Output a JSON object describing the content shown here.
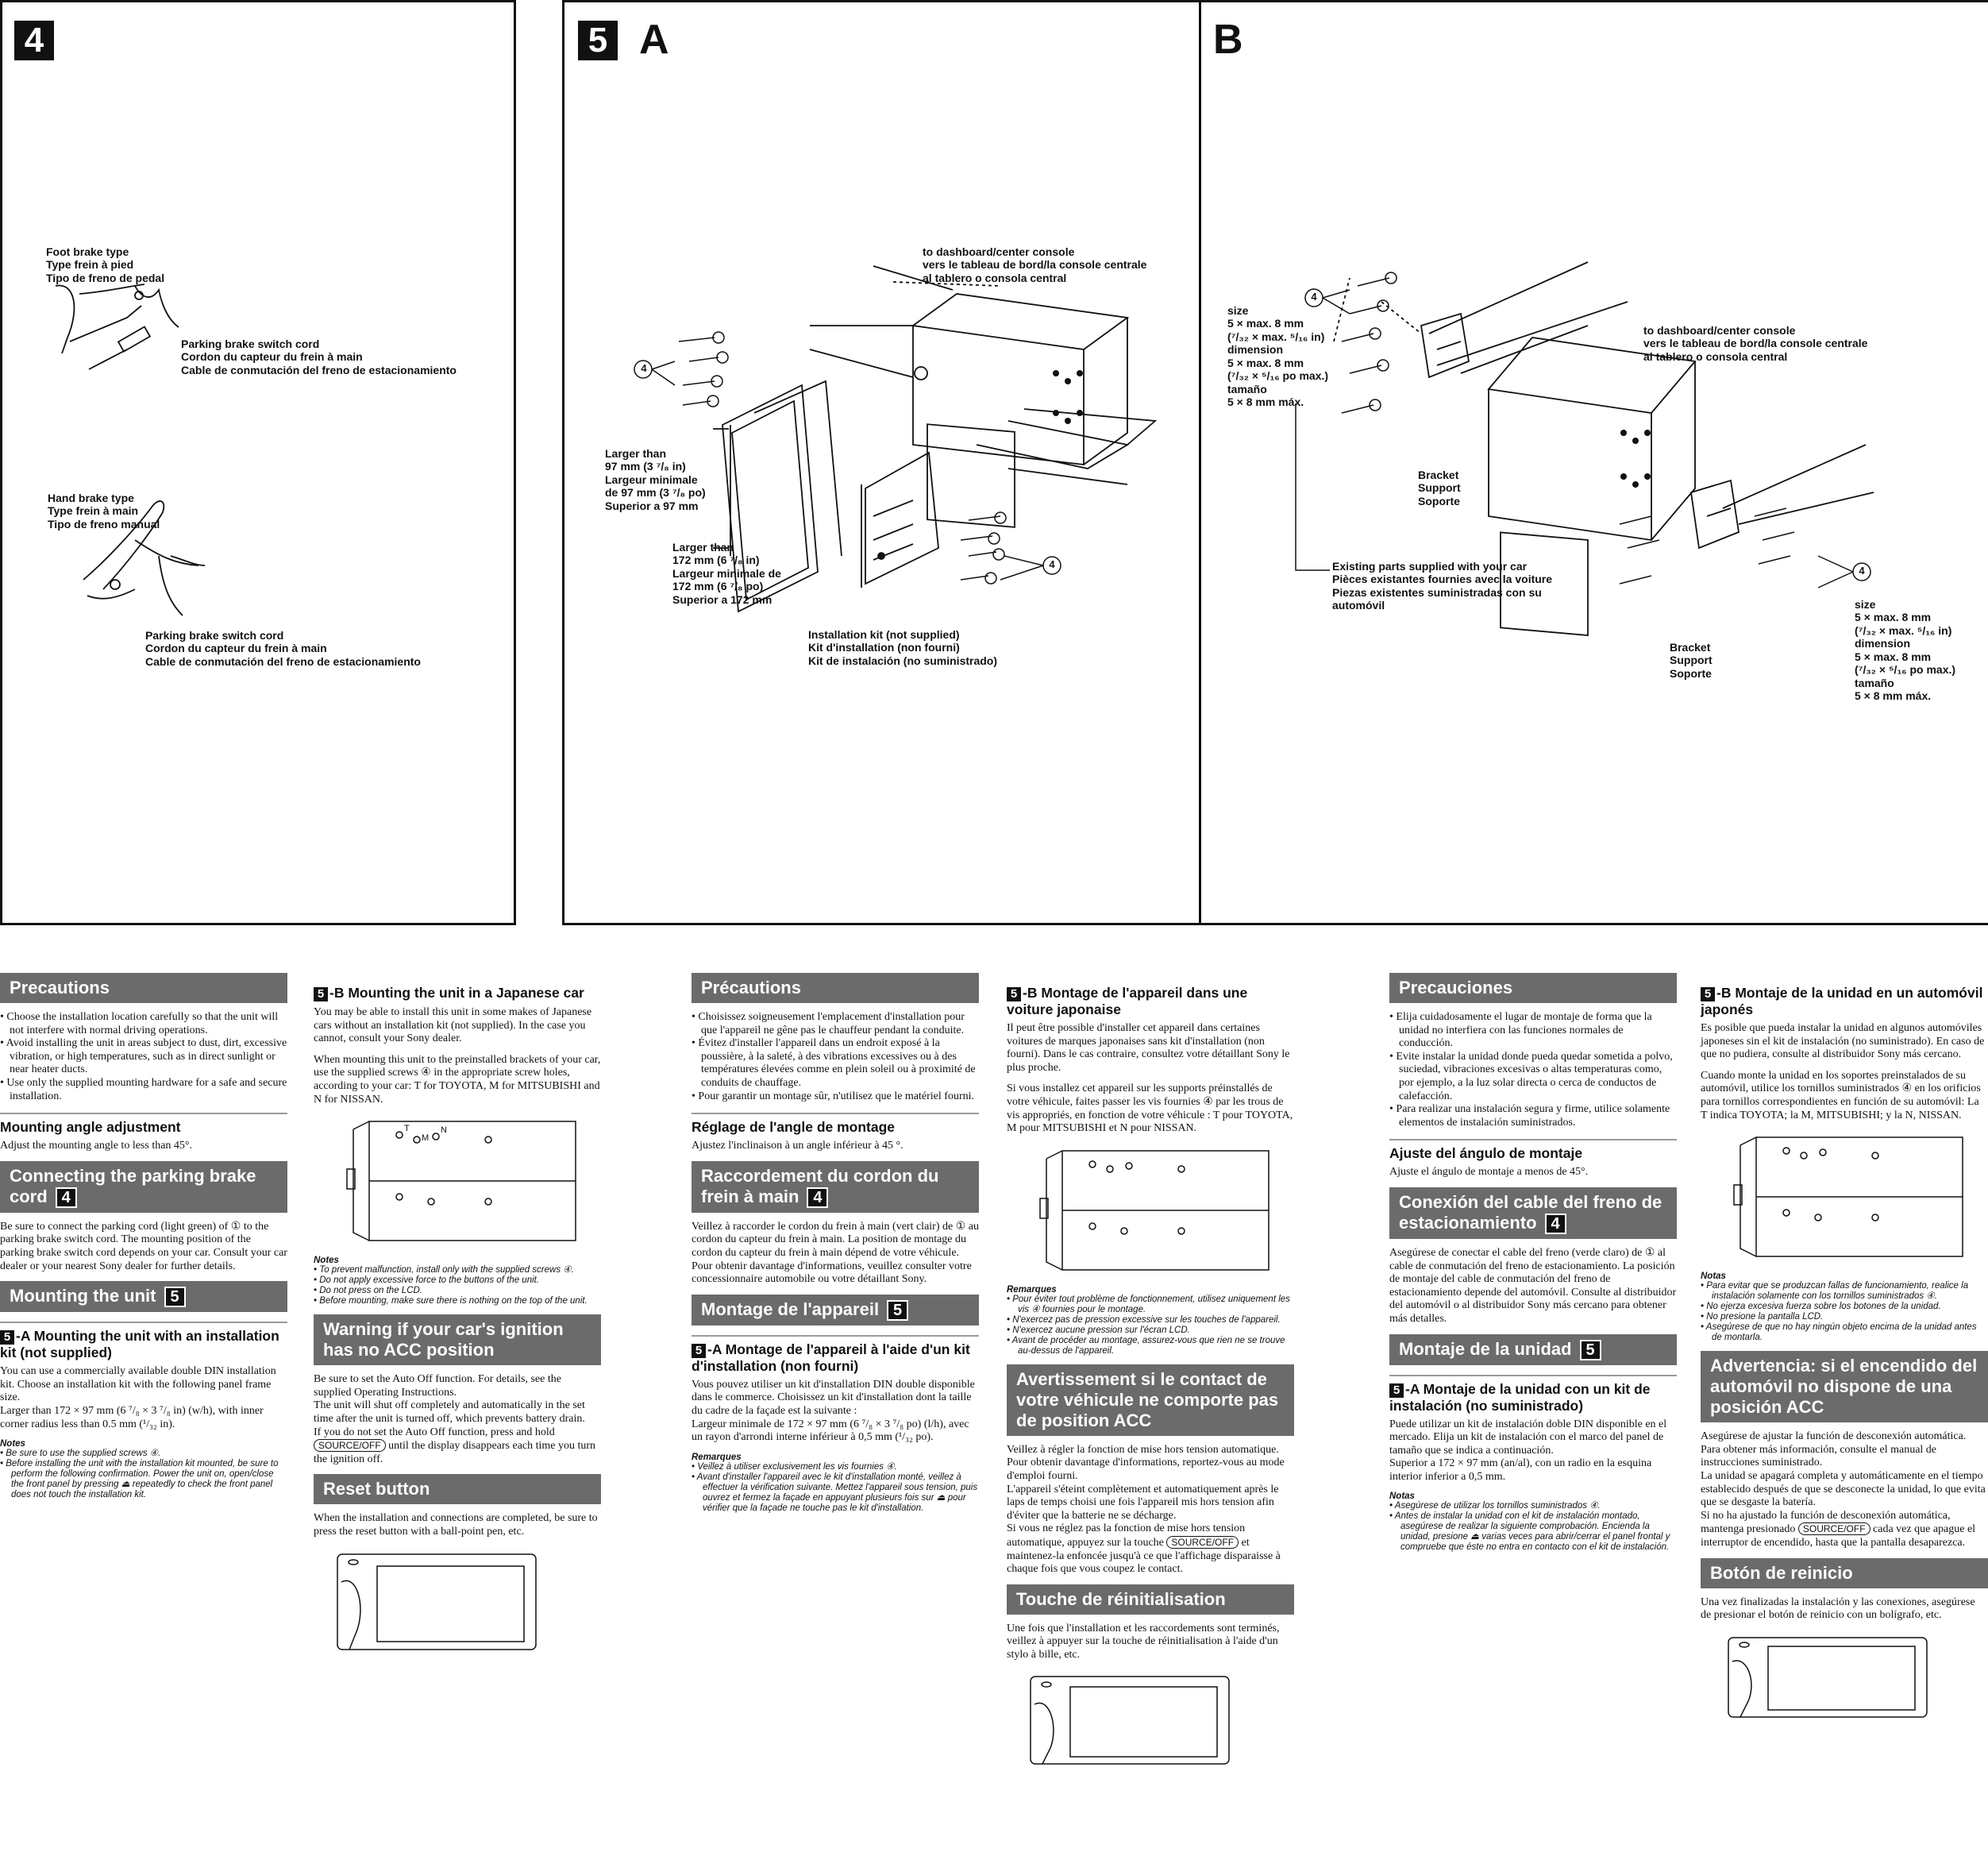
{
  "panel4": {
    "num": "4",
    "foot": {
      "title": [
        "Foot brake type",
        "Type frein à pied",
        "Tipo de freno de pedal"
      ],
      "cord": [
        "Parking brake switch cord",
        "Cordon du capteur du frein à main",
        "Cable de conmutación del freno de estacionamiento"
      ]
    },
    "hand": {
      "title": [
        "Hand brake type",
        "Type frein à main",
        "Tipo de freno manual"
      ],
      "cord": [
        "Parking brake switch cord",
        "Cordon du capteur du frein à main",
        "Cable de conmutación del freno de estacionamiento"
      ]
    }
  },
  "panel5": {
    "num": "5",
    "a": "A",
    "b": "B",
    "A": {
      "dash": [
        "to dashboard/center console",
        "vers le tableau de bord/la console centrale",
        "al tablero o consola central"
      ],
      "larger97": [
        "Larger than",
        "97 mm (3 ⁷/₈ in)",
        "Largeur minimale",
        "de 97 mm (3 ⁷/₈ po)",
        "Superior a 97 mm"
      ],
      "larger172": [
        "Larger than",
        "172 mm (6 ⁷/₈ in)",
        "Largeur minimale de",
        "172 mm (6 ⁷/₈ po)",
        "Superior a 172 mm"
      ],
      "kit": [
        "Installation kit (not supplied)",
        "Kit d'installation (non fourni)",
        "Kit de instalación (no suministrado)"
      ],
      "screw": "4"
    },
    "B": {
      "size": [
        "size",
        "5 × max. 8 mm",
        "(⁷/₃₂ × max. ⁵/₁₆ in)",
        "dimension",
        "5 × max. 8 mm",
        "(⁷/₃₂ × ⁵/₁₆ po max.)",
        "tamaño",
        "5 × 8 mm máx."
      ],
      "dash": [
        "to dashboard/center console",
        "vers le tableau de bord/la console centrale",
        "al tablero o consola central"
      ],
      "bracket": [
        "Bracket",
        "Support",
        "Soporte"
      ],
      "existing": [
        "Existing parts supplied with your car",
        "Pièces existantes fournies avec la voiture",
        "Piezas existentes suministradas con su",
        "automóvil"
      ],
      "screw": "4"
    }
  },
  "fig": {
    "T": "T",
    "M": "M",
    "N": "N"
  },
  "en": {
    "precautions": {
      "h": "Precautions",
      "items": [
        "Choose the installation location carefully so that the unit will not interfere with normal driving operations.",
        "Avoid installing the unit in areas subject to dust, dirt, excessive vibration, or high temperatures, such as in direct sunlight or near heater ducts.",
        "Use only the supplied mounting hardware for a safe and secure installation."
      ]
    },
    "angle": {
      "h": "Mounting angle adjustment",
      "t": "Adjust the mounting angle to less than 45°."
    },
    "parking": {
      "h": "Connecting the parking brake cord",
      "n": "4",
      "t": "Be sure to connect the parking cord (light green) of ① to the parking brake switch cord. The mounting position of the parking brake switch cord depends on your car. Consult your car dealer or your nearest Sony dealer for further details."
    },
    "mounting": {
      "h": "Mounting the unit",
      "n": "5"
    },
    "a": {
      "n": "5",
      "h": "-A  Mounting the unit with an installation kit (not supplied)",
      "t": "You can use a commercially available double DIN installation kit. Choose an installation kit with the following panel frame size.",
      "t2": "Larger than 172 × 97 mm (6 ⁷/₈ × 3 ⁷/₈ in) (w/h), with inner corner radius less than 0.5 mm (¹/₃₂ in).",
      "nh": "Notes",
      "notes": [
        "Be sure to use the supplied screws ④.",
        "Before installing the unit with the installation kit mounted, be sure to perform the following confirmation. Power the unit on, open/close the front panel by pressing ⏏ repeatedly to check the front panel does not touch the installation kit."
      ]
    },
    "b": {
      "n": "5",
      "h": "-B  Mounting the unit in a Japanese car",
      "t": "You may be able to install this unit in some makes of Japanese cars without an installation kit (not supplied). In the case you cannot, consult your Sony dealer.",
      "t2": "When mounting this unit to the preinstalled brackets of your car, use the supplied screws ④ in the appropriate screw holes, according to your car: T for TOYOTA, M for MITSUBISHI and N for NISSAN.",
      "nh": "Notes",
      "notes": [
        "To prevent malfunction, install only with the supplied screws ④.",
        "Do not apply excessive force to the buttons of the unit.",
        "Do not press on the LCD.",
        "Before mounting, make sure there is nothing on the top of the unit."
      ]
    },
    "warning": {
      "h": "Warning if your car's ignition has no ACC position",
      "t": "Be sure to set the Auto Off function. For details, see the supplied Operating Instructions.",
      "t2": "The unit will shut off completely and automatically in the set time after the unit is turned off, which prevents battery drain.",
      "t3": "If you do not set the Auto Off function, press and hold",
      "key": "SOURCE/OFF",
      "t4": "until the display disappears each time you turn the ignition off."
    },
    "reset": {
      "h": "Reset button",
      "t": "When the installation and connections are completed, be sure to press the reset button with a ball-point pen, etc."
    }
  },
  "fr": {
    "precautions": {
      "h": "Précautions",
      "items": [
        "Choisissez soigneusement l'emplacement d'installation pour que l'appareil ne gêne pas le chauffeur pendant la conduite.",
        "Évitez d'installer l'appareil dans un endroit exposé à la poussière, à la saleté, à des vibrations excessives ou à des températures élevées comme en plein soleil ou à proximité de conduits de chauffage.",
        "Pour garantir un montage sûr, n'utilisez que le matériel fourni."
      ]
    },
    "angle": {
      "h": "Réglage de l'angle de montage",
      "t": "Ajustez l'inclinaison à un angle inférieur à 45 °."
    },
    "parking": {
      "h": "Raccordement du cordon du frein à main",
      "n": "4",
      "t": "Veillez à raccorder le cordon du frein à main (vert clair) de ① au cordon du capteur du frein à main. La position de montage du cordon du capteur du frein à main dépend de votre véhicule. Pour obtenir davantage d'informations, veuillez consulter votre concessionnaire automobile ou votre détaillant Sony."
    },
    "mounting": {
      "h": "Montage de l'appareil",
      "n": "5"
    },
    "a": {
      "n": "5",
      "h": "-A  Montage de l'appareil à l'aide d'un kit d'installation (non fourni)",
      "t": "Vous pouvez utiliser un kit d'installation DIN double disponible dans le commerce. Choisissez un kit d'installation dont la taille du cadre de la façade est la suivante :",
      "t2": "Largeur minimale de 172 × 97 mm (6 ⁷/₈ × 3 ⁷/₈ po) (l/h), avec un rayon d'arrondi interne inférieur à 0,5 mm (¹/₃₂ po).",
      "nh": "Remarques",
      "notes": [
        "Veillez à utiliser exclusivement les vis fournies ④.",
        "Avant d'installer l'appareil avec le kit d'installation monté, veillez à effectuer la vérification suivante. Mettez l'appareil sous tension, puis ouvrez et fermez la façade en appuyant plusieurs fois sur ⏏ pour vérifier que la façade ne touche pas le kit d'installation."
      ]
    },
    "b": {
      "n": "5",
      "h": "-B  Montage de l'appareil dans une voiture japonaise",
      "t": "Il peut être possible d'installer cet appareil dans certaines voitures de marques japonaises sans kit d'installation (non fourni). Dans le cas contraire, consultez votre détaillant Sony le plus proche.",
      "t2": "Si vous installez cet appareil sur les supports préinstallés de votre véhicule, faites passer les vis fournies ④ par les trous de vis appropriés, en fonction de votre véhicule : T pour TOYOTA, M pour MITSUBISHI et N pour NISSAN.",
      "nh": "Remarques",
      "notes": [
        "Pour éviter tout problème de fonctionnement, utilisez uniquement les vis ④ fournies pour le montage.",
        "N'exercez pas de pression excessive sur les touches de l'appareil.",
        "N'exercez aucune pression sur l'écran LCD.",
        "Avant de procéder au montage, assurez-vous que rien ne se trouve au-dessus de l'appareil."
      ]
    },
    "warning": {
      "h": "Avertissement si le contact de votre véhicule ne comporte pas de position ACC",
      "t": "Veillez à régler la fonction de mise hors tension automatique. Pour obtenir davantage d'informations, reportez-vous au mode d'emploi fourni.",
      "t2": "L'appareil s'éteint complètement et automatiquement après le laps de temps choisi une fois l'appareil mis hors tension afin d'éviter que la batterie ne se décharge.",
      "t3": "Si vous ne réglez pas la fonction de mise hors tension automatique, appuyez sur la touche",
      "key": "SOURCE/OFF",
      "t4": "et maintenez-la enfoncée jusqu'à ce que l'affichage disparaisse à chaque fois que vous coupez le contact."
    },
    "reset": {
      "h": "Touche de réinitialisation",
      "t": "Une fois que l'installation et les raccordements sont terminés, veillez à appuyer sur la touche de réinitialisation à l'aide d'un stylo à bille, etc."
    }
  },
  "es": {
    "precautions": {
      "h": "Precauciones",
      "items": [
        "Elija cuidadosamente el lugar de montaje de forma que la unidad no interfiera con las funciones normales de conducción.",
        "Evite instalar la unidad donde pueda quedar sometida a polvo, suciedad, vibraciones excesivas o altas temperaturas como, por ejemplo, a la luz solar directa o cerca de conductos de calefacción.",
        "Para realizar una instalación segura y firme, utilice solamente elementos de instalación suministrados."
      ]
    },
    "angle": {
      "h": "Ajuste del ángulo de montaje",
      "t": "Ajuste el ángulo de montaje a menos de 45°."
    },
    "parking": {
      "h": "Conexión del cable del freno de estacionamiento",
      "n": "4",
      "t": "Asegúrese de conectar el cable del freno (verde claro) de ① al cable de conmutación del freno de estacionamiento. La posición de montaje del cable de conmutación del freno de estacionamiento depende del automóvil. Consulte al distribuidor del automóvil o al distribuidor Sony más cercano para obtener más detalles."
    },
    "mounting": {
      "h": "Montaje de la unidad",
      "n": "5"
    },
    "a": {
      "n": "5",
      "h": "-A  Montaje de la unidad con un kit de instalación (no suministrado)",
      "t": "Puede utilizar un kit de instalación doble DIN disponible en el mercado. Elija un kit de instalación con el marco del panel de tamaño que se indica a continuación.",
      "t2": "Superior a 172 × 97 mm (an/al), con un radio en la esquina interior inferior a 0,5 mm.",
      "nh": "Notas",
      "notes": [
        "Asegúrese de utilizar los tornillos suministrados ④.",
        "Antes de instalar la unidad con el kit de instalación montado, asegúrese de realizar la siguiente comprobación. Encienda la unidad, presione ⏏ varias veces para abrir/cerrar el panel frontal y compruebe que éste no entra en contacto con el kit de instalación."
      ]
    },
    "b": {
      "n": "5",
      "h": "-B  Montaje de la unidad en un automóvil japonés",
      "t": "Es posible que pueda instalar la unidad en algunos automóviles japoneses sin el kit de instalación (no suministrado). En caso de que no pudiera, consulte al distribuidor Sony más cercano.",
      "t2": "Cuando monte la unidad en los soportes preinstalados de su automóvil, utilice los tornillos suministrados ④ en los orificios para tornillos correspondientes en función de su automóvil: La T indica TOYOTA; la M, MITSUBISHI; y la N, NISSAN.",
      "nh": "Notas",
      "notes": [
        "Para evitar que se produzcan fallas de funcionamiento, realice la instalación solamente con los tornillos suministrados ④.",
        "No ejerza excesiva fuerza sobre los botones de la unidad.",
        "No presione la pantalla LCD.",
        "Asegúrese de que no hay ningún objeto encima de la unidad antes de montarla."
      ]
    },
    "warning": {
      "h": "Advertencia: si el encendido del automóvil no dispone de una posición ACC",
      "t": "Asegúrese de ajustar la función de desconexión automática. Para obtener más información, consulte el manual de instrucciones suministrado.",
      "t2": "La unidad se apagará completa y automáticamente en el tiempo establecido después de que se desconecte la unidad, lo que evita que se desgaste la batería.",
      "t3": "Si no ha ajustado la función de desconexión automática, mantenga presionado",
      "key": "SOURCE/OFF",
      "t4": "cada vez que apague el interruptor de encendido, hasta que la pantalla desaparezca."
    },
    "reset": {
      "h": "Botón de reinicio",
      "t": "Una vez finalizadas la instalación y las conexiones, asegúrese de presionar el botón de reinicio con un bolígrafo, etc."
    }
  }
}
